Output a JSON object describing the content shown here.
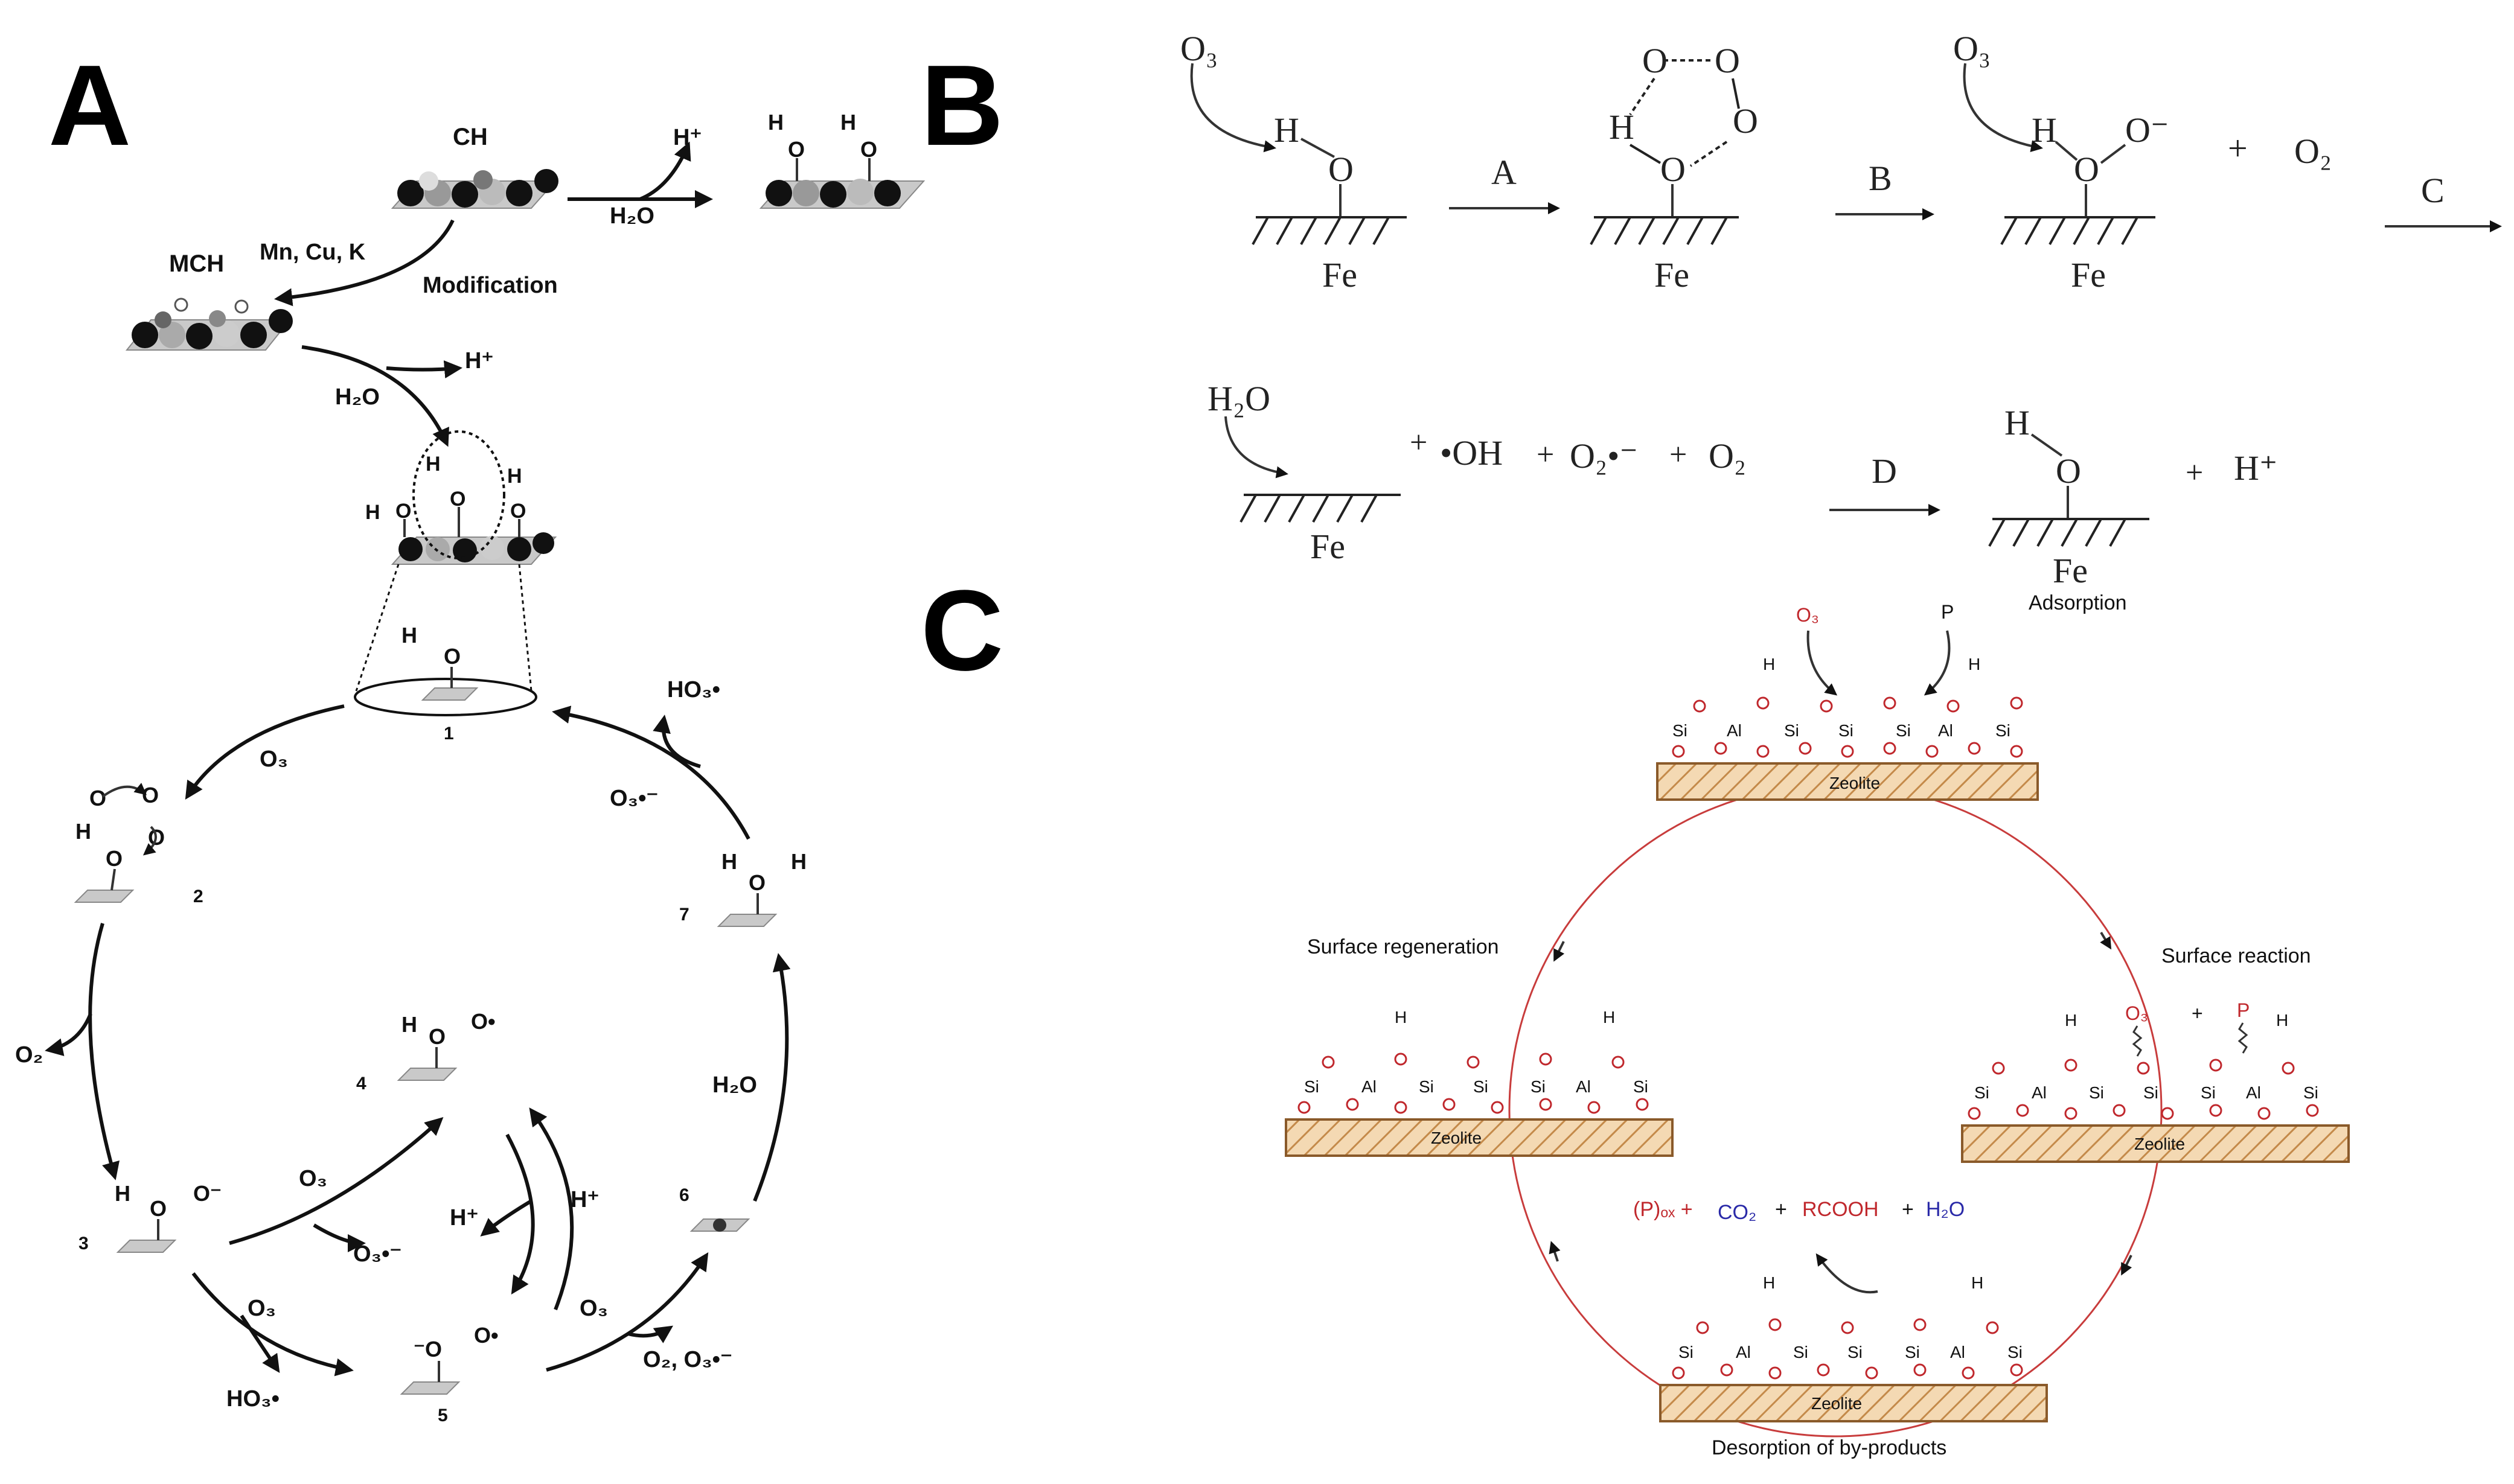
{
  "panels": {
    "a": "A",
    "b": "B",
    "c": "C"
  },
  "panelA": {
    "ch": "CH",
    "mch": "MCH",
    "mncuk": "Mn, Cu, K",
    "modification": "Modification",
    "h2o": "H₂O",
    "hplus": "H⁺",
    "o3": "O₃",
    "o2": "O₂",
    "ho3": "HO₃•",
    "o3rad": "O₃•⁻",
    "o2o3": "O₂, O₃•⁻",
    "h": "H",
    "o": "O",
    "ominus": "O⁻",
    "orad": "O•",
    "minuso": "⁻O",
    "n1": "1",
    "n2": "2",
    "n3": "3",
    "n4": "4",
    "n5": "5",
    "n6": "6",
    "n7": "7"
  },
  "panelB": {
    "o3": "O₃",
    "h2o": "H₂O",
    "fe": "Fe",
    "h": "H",
    "o": "O",
    "ominus": "O⁻",
    "plus": "+",
    "o2": "O₂",
    "oh": "•OH",
    "o2rad": "O₂•⁻",
    "hplus": "H⁺",
    "stepA": "A",
    "stepB": "B",
    "stepC": "C",
    "stepD": "D"
  },
  "panelC": {
    "adsorption": "Adsorption",
    "surface_regeneration": "Surface regeneration",
    "surface_reaction": "Surface reaction",
    "desorption": "Desorption of by-products",
    "zeolite": "Zeolite",
    "o3": "O₃",
    "p": "P",
    "h": "H",
    "si": "Si",
    "al": "Al",
    "plus": "+",
    "pox": "(P)ₒₓ +",
    "co2": "CO₂",
    "rcooh": "RCOOH",
    "h2o": "H₂O"
  }
}
